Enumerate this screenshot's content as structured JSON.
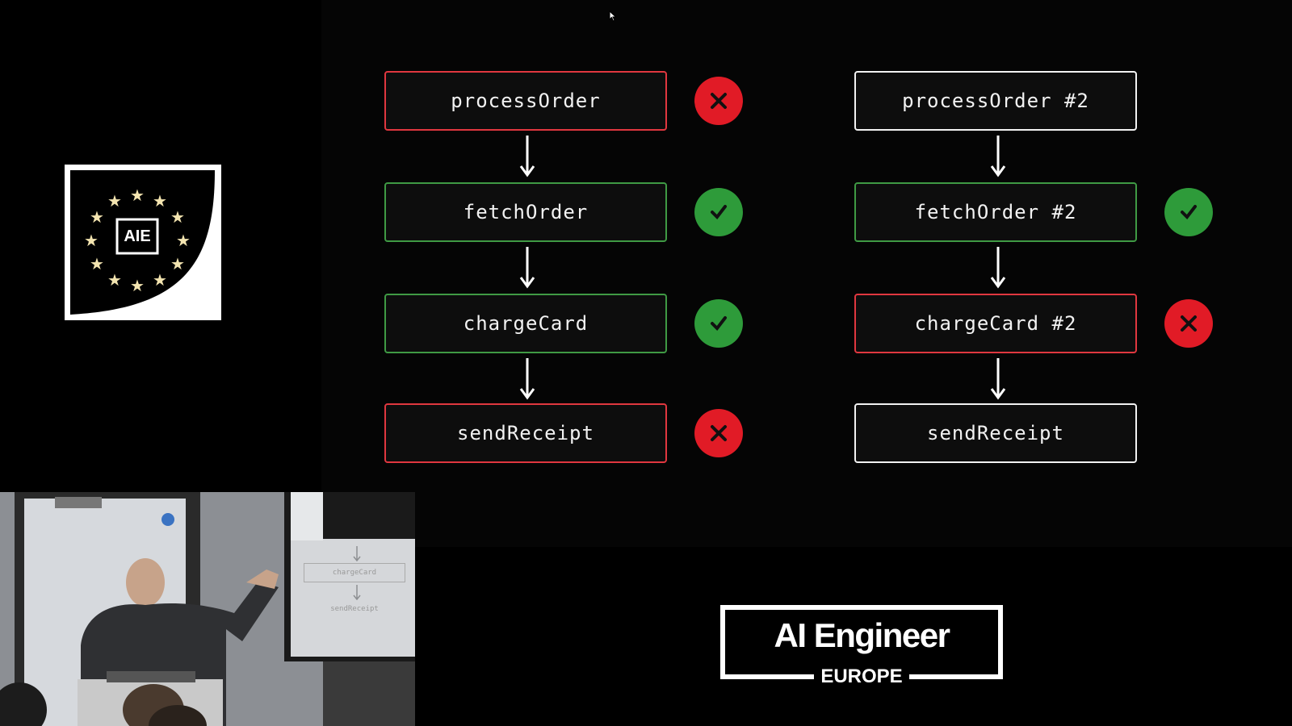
{
  "left_flow": {
    "nodes": [
      {
        "label": "processOrder",
        "status": "failed"
      },
      {
        "label": "fetchOrder",
        "status": "succeeded"
      },
      {
        "label": "chargeCard",
        "status": "succeeded"
      },
      {
        "label": "sendReceipt",
        "status": "failed"
      }
    ]
  },
  "right_flow": {
    "nodes": [
      {
        "label": "processOrder #2",
        "status": "none"
      },
      {
        "label": "fetchOrder #2",
        "status": "succeeded"
      },
      {
        "label": "chargeCard #2",
        "status": "failed"
      },
      {
        "label": "sendReceipt",
        "status": "none"
      }
    ]
  },
  "conference_logo": {
    "label": "AIE"
  },
  "brand": {
    "title": "AI Engineer",
    "subtitle": "EUROPE"
  },
  "camera_inset": {
    "screen_labels": [
      "chargeCard",
      "sendReceipt"
    ]
  },
  "colors": {
    "fail": "#e11b26",
    "ok": "#2e9b3a",
    "fail_border": "#e0373f",
    "ok_border": "#3f9a44"
  },
  "icons": {
    "fail": "x-mark-icon",
    "ok": "check-mark-icon",
    "arrow": "arrow-down-icon",
    "cursor": "mouse-cursor-icon"
  }
}
